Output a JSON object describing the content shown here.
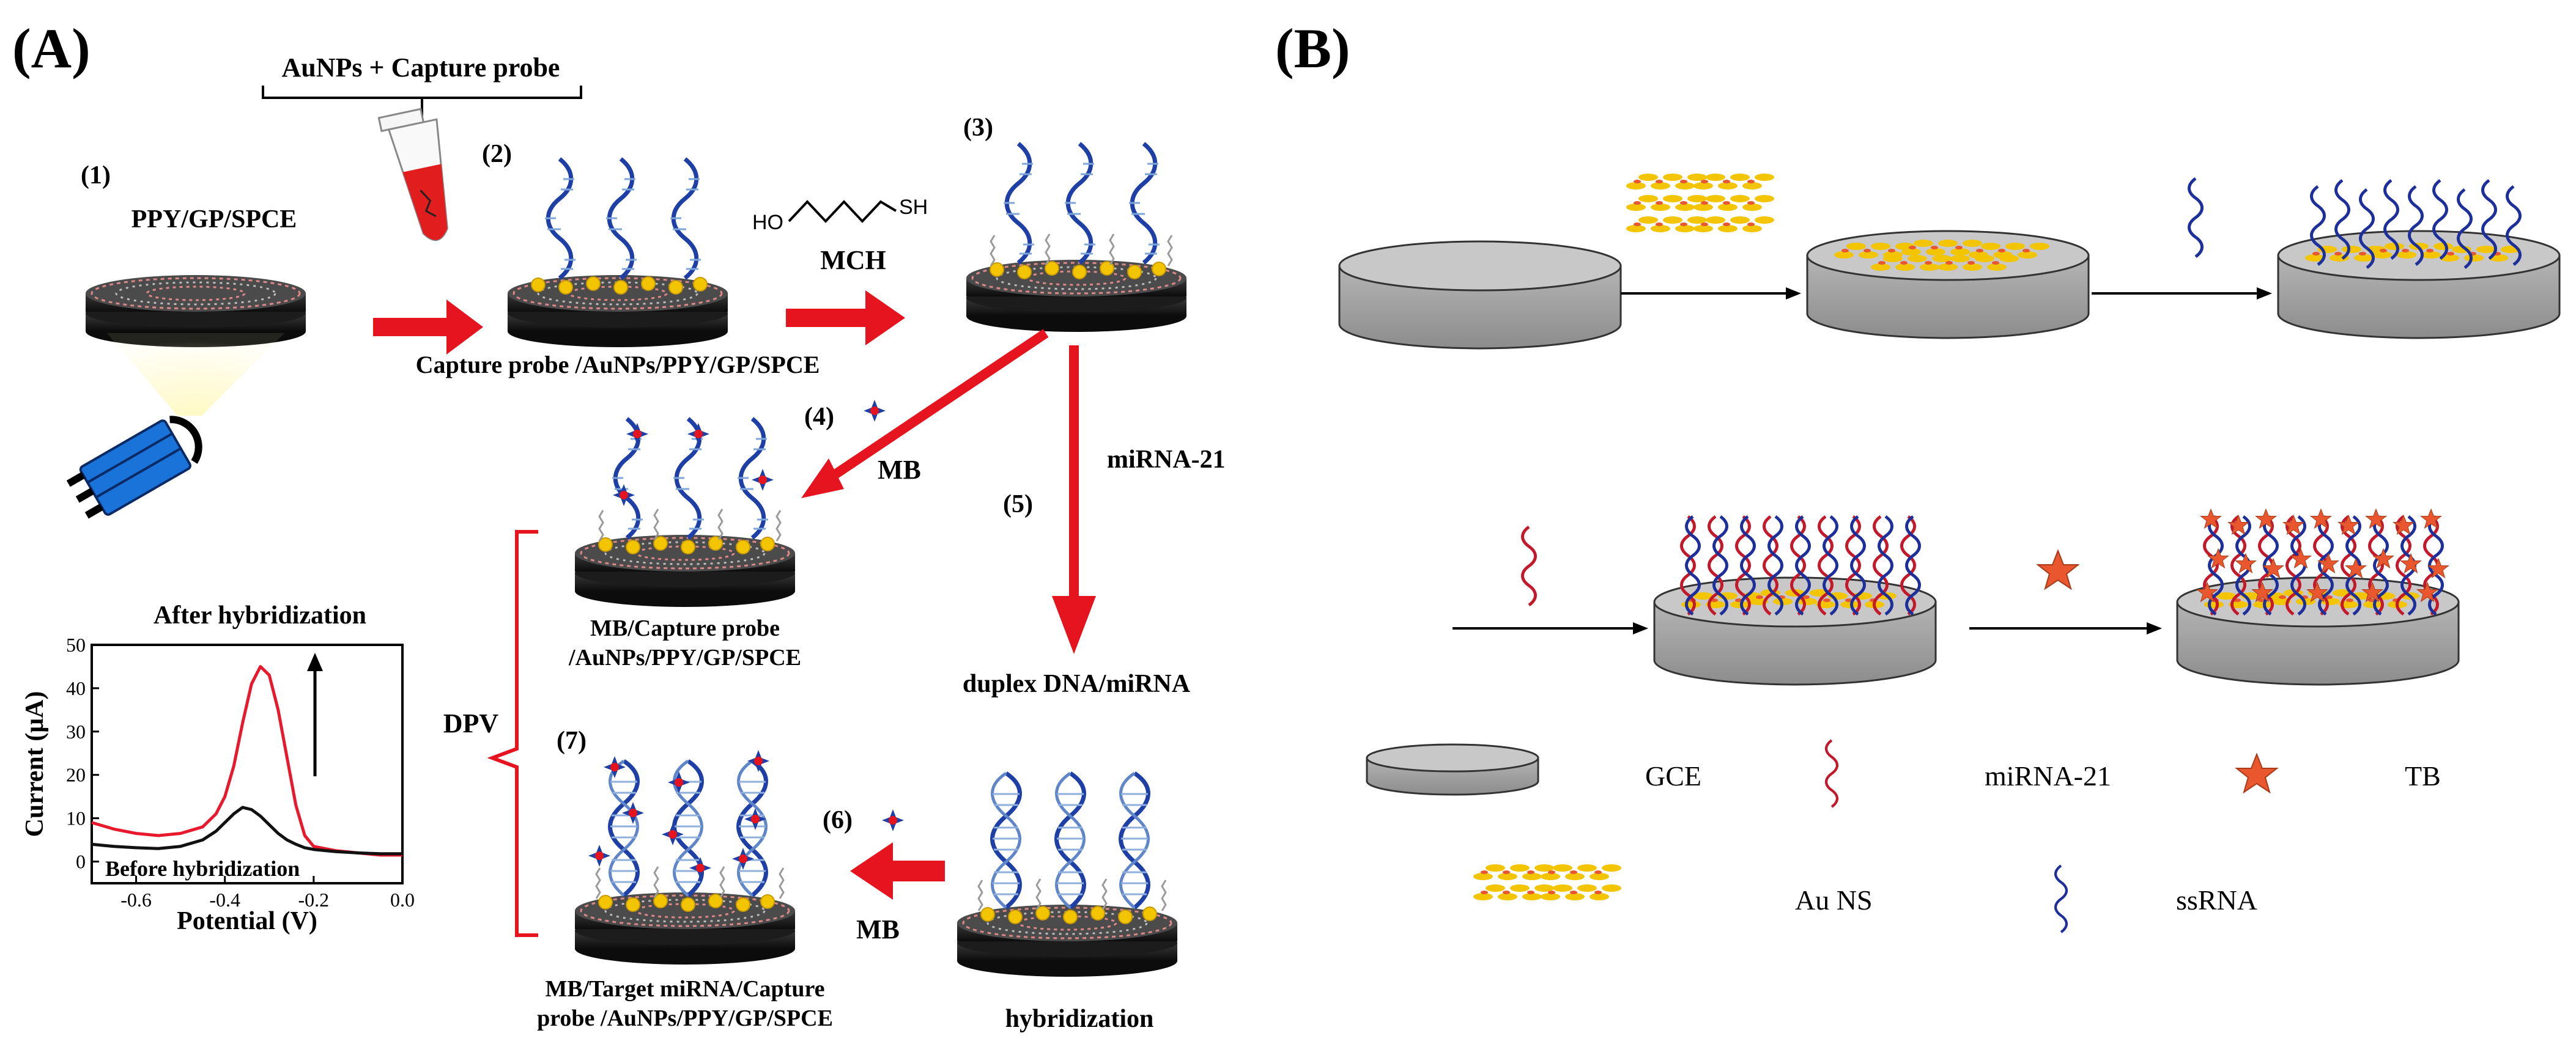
{
  "panel_a": {
    "label": "(A)",
    "tube_label": "AuNPs + Capture probe",
    "steps": {
      "s1": "(1)",
      "s2": "(2)",
      "s3": "(3)",
      "s4": "(4)",
      "s5": "(5)",
      "s6": "(6)",
      "s7": "(7)"
    },
    "electrodes": {
      "e1": "PPY/GP/SPCE",
      "e2": "Capture probe /AuNPs/PPY/GP/SPCE",
      "e4_line1": "MB/Capture probe",
      "e4_line2": "/AuNPs/PPY/GP/SPCE",
      "e5_top": "duplex  DNA/miRNA",
      "e5_bottom": "hybridization",
      "e7_line1": "MB/Target miRNA/Capture",
      "e7_line2": "probe /AuNPs/PPY/GP/SPCE"
    },
    "reagents": {
      "mch": "MCH",
      "mch_ho": "HO",
      "mch_sh": "SH",
      "mb1": "MB",
      "mirna": "miRNA-21",
      "mb2": "MB",
      "dpv": "DPV"
    },
    "inset": {
      "after_label": "After hybridization",
      "before_label": "Before hybridization",
      "ylabel": "Current (μA)",
      "xlabel": "Potential (V)",
      "after_color": "#e8192c",
      "before_color": "#111111"
    }
  },
  "chart_data": {
    "type": "line",
    "title": "",
    "xlabel": "Potential (V)",
    "ylabel": "Current (μA)",
    "xlim": [
      -0.7,
      0.0
    ],
    "ylim": [
      -5,
      50
    ],
    "xticks": [
      "-0.6",
      "-0.4",
      "-0.2",
      "0.0"
    ],
    "yticks": [
      "0",
      "10",
      "20",
      "30",
      "40",
      "50"
    ],
    "series": [
      {
        "name": "After hybridization",
        "x": [
          -0.7,
          -0.65,
          -0.6,
          -0.55,
          -0.5,
          -0.45,
          -0.42,
          -0.4,
          -0.38,
          -0.36,
          -0.34,
          -0.32,
          -0.3,
          -0.28,
          -0.26,
          -0.24,
          -0.22,
          -0.2,
          -0.15,
          -0.1,
          -0.05,
          0.0
        ],
        "y": [
          9,
          7.5,
          6.5,
          6,
          6.5,
          8,
          11,
          15,
          22,
          32,
          41,
          45,
          43,
          35,
          24,
          13,
          6,
          3.5,
          2.5,
          2,
          1.5,
          1.5
        ]
      },
      {
        "name": "Before hybridization",
        "x": [
          -0.7,
          -0.65,
          -0.6,
          -0.55,
          -0.5,
          -0.45,
          -0.42,
          -0.4,
          -0.38,
          -0.36,
          -0.34,
          -0.32,
          -0.3,
          -0.28,
          -0.26,
          -0.24,
          -0.22,
          -0.2,
          -0.15,
          -0.1,
          -0.05,
          0.0
        ],
        "y": [
          4,
          3.5,
          3.2,
          3,
          3.5,
          5,
          7,
          9,
          11,
          12.5,
          12,
          10.5,
          8.5,
          6.5,
          5,
          4,
          3.2,
          2.8,
          2.3,
          2,
          1.8,
          1.8
        ]
      }
    ]
  },
  "panel_b": {
    "label": "(B)",
    "legend": {
      "gce": "GCE",
      "mirna": "miRNA-21",
      "tb": "TB",
      "au": "Au NS",
      "ssrna": "ssRNA"
    }
  },
  "colors": {
    "red_arrow": "#e5141f",
    "dna_blue": "#1d3fa6",
    "rna_red": "#c4182b",
    "gold": "#f2c500",
    "star": "#e8572d",
    "disk_gray": "#c8c8c8"
  }
}
